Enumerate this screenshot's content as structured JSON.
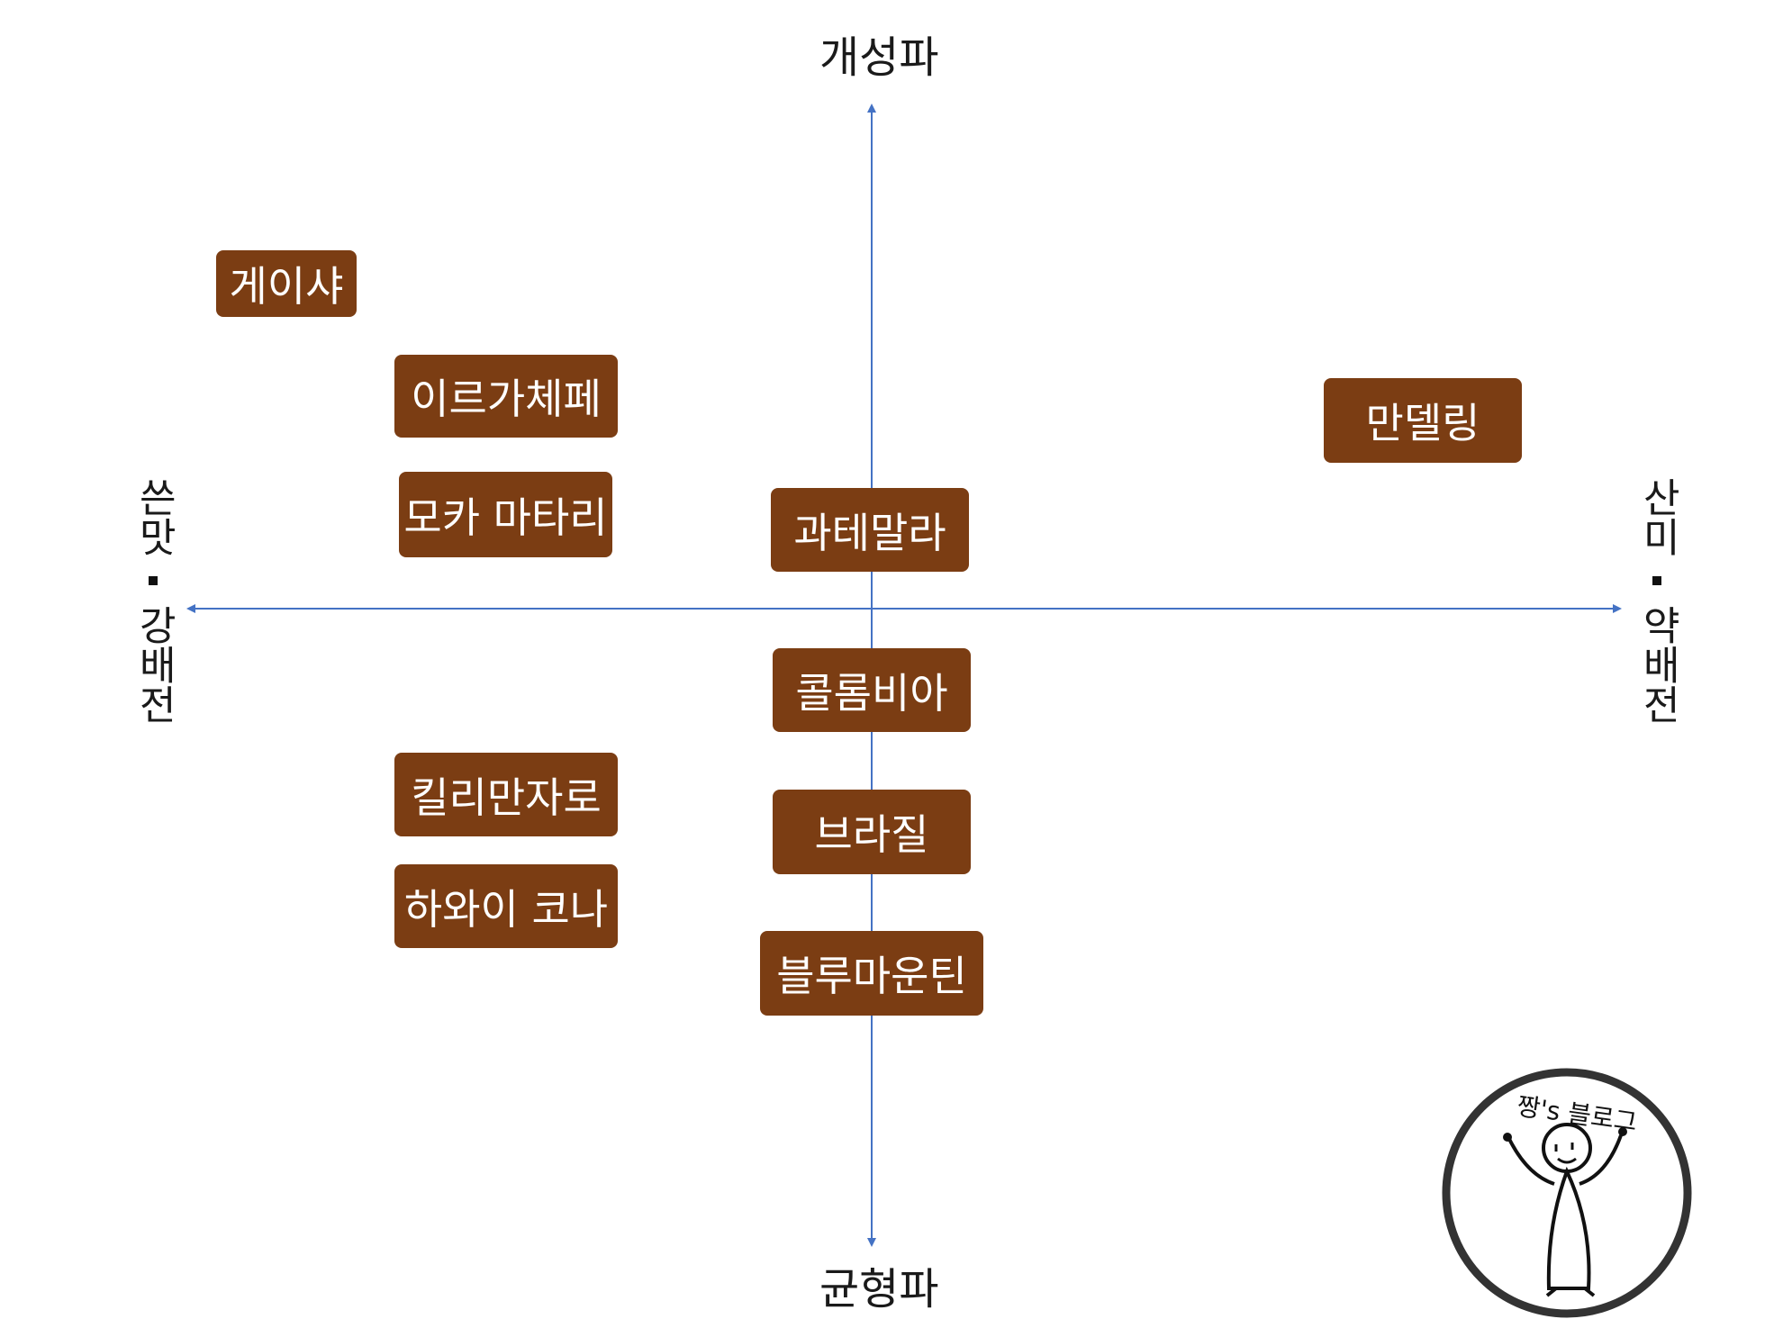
{
  "axes": {
    "top": "개성파",
    "bottom": "균형파",
    "left_top": "쓴맛",
    "left_bottom": "강배전",
    "right_top": "산미",
    "right_bottom": "약배전",
    "color": "#4472c4"
  },
  "beans": [
    {
      "id": "geisha",
      "label": "게이샤"
    },
    {
      "id": "yirgacheffe",
      "label": "이르가체페"
    },
    {
      "id": "mocha-mattari",
      "label": "모카 마타리"
    },
    {
      "id": "mandheling",
      "label": "만델링"
    },
    {
      "id": "guatemala",
      "label": "과테말라"
    },
    {
      "id": "colombia",
      "label": "콜롬비아"
    },
    {
      "id": "kilimanjaro",
      "label": "킬리만자로"
    },
    {
      "id": "brazil",
      "label": "브라질"
    },
    {
      "id": "hawaii-kona",
      "label": "하와이 코나"
    },
    {
      "id": "blue-mountain",
      "label": "블루마운틴"
    }
  ],
  "tag_color": "#7b3d13",
  "logo": {
    "text": "짱's 블로그"
  }
}
